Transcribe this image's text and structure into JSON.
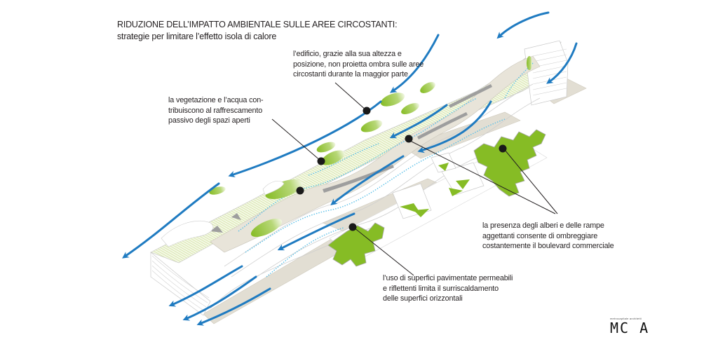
{
  "header": {
    "title": "RIDUZIONE DELL’IMPATTO AMBIENTALE SULLE AREE CIRCOSTANTI:",
    "subtitle": "strategie per limitare l’effetto isola di calore"
  },
  "annotations": [
    {
      "id": "building-shadow",
      "lines": [
        "l’edificio, grazie alla sua altezza e",
        "posizione, non proietta ombra sulle aree",
        "circostanti durante la maggior parte"
      ]
    },
    {
      "id": "vegetation-water",
      "lines": [
        "la vegetazione e l’acqua con-",
        "tribuiscono al raffrescamento",
        "passivo degli spazi aperti"
      ]
    },
    {
      "id": "trees-ramps",
      "lines": [
        "la presenza degli alberi e delle rampe",
        "aggettanti consente di ombreggiare",
        "costantemente il boulevard commerciale"
      ]
    },
    {
      "id": "permeable-surfaces",
      "lines": [
        "l’uso di superfici pavimentate permeabili",
        "e riflettenti limita il surriscaldamento",
        "delle superfici orizzontali"
      ]
    }
  ],
  "logo": {
    "tagline": "metrocapitale architetti",
    "mark": "MC A"
  },
  "colors": {
    "wind_arrow": "#1f7bc1",
    "vegetation": "#86bc25",
    "ground": "#e2ded3",
    "roof_hatch": "#c9dc8f",
    "water": "#8fd3ef",
    "leader": "#231f20",
    "marker": "#1a1a1a"
  },
  "icons": {
    "wind": "wind-arrow-icon",
    "marker": "callout-dot-icon"
  }
}
